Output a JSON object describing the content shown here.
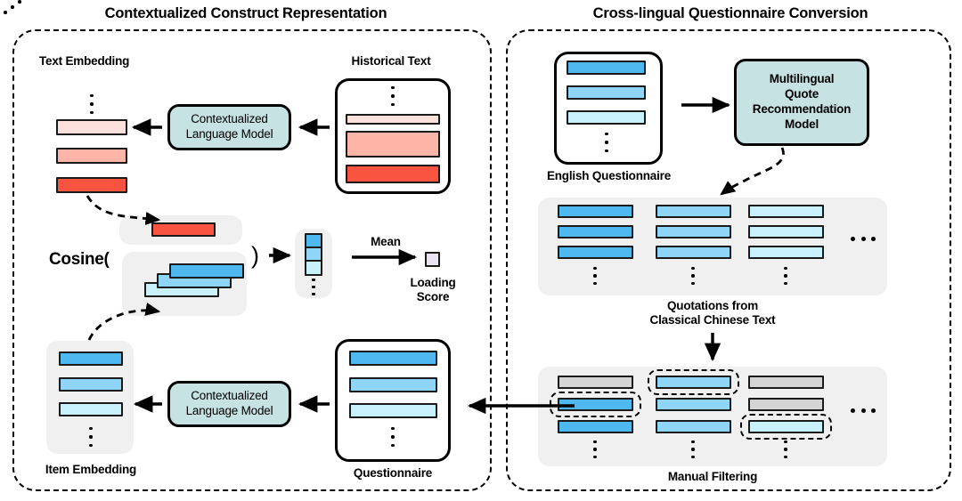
{
  "panels": [
    {
      "id": "left",
      "title": "Contextualized Construct Representation"
    },
    {
      "id": "right",
      "title": "Cross-lingual Questionnaire Conversion"
    }
  ],
  "left_panel": {
    "labels": {
      "text_embedding": "Text Embedding",
      "historical_text": "Historical Text",
      "item_embedding": "Item Embedding",
      "questionnaire": "Questionnaire",
      "cosine": "Cosine(",
      "close_paren": ")",
      "mean": "Mean",
      "loading_score": "Loading\nScore",
      "loading_score_line1": "Loading",
      "loading_score_line2": "Score"
    },
    "model_box_top": "Contextualized\nLanguage Model",
    "model_box_top_line1": "Contextualized",
    "model_box_top_line2": "Language Model",
    "model_box_bottom_line1": "Contextualized",
    "model_box_bottom_line2": "Language Model",
    "text_embedding_bars": [
      "#fbe0dc",
      "#fcb5a6",
      "#f85440"
    ],
    "historical_text_bars": [
      "#fbe0dc",
      "#fcb5a6",
      "#f85440"
    ],
    "item_embedding_bars": [
      "#4fb8f0",
      "#8ed5f8",
      "#c8f1fc"
    ],
    "questionnaire_bars": [
      "#4fb8f0",
      "#8ed5f8",
      "#c8f1fc"
    ],
    "cosine_red_bar": "#f85440",
    "cosine_blue_stack": [
      "#c8f1fc",
      "#8ed5f8",
      "#4fb8f0"
    ],
    "mean_vector_cells": [
      "#4fb8f0",
      "#8ed5f8",
      "#c8f1fc"
    ],
    "loading_score_color": "#e9e3f2"
  },
  "right_panel": {
    "labels": {
      "english_questionnaire": "English Questionnaire",
      "quotations_line1": "Quotations from",
      "quotations_line2": "Classical Chinese Text",
      "manual_filtering": "Manual Filtering"
    },
    "model_box_line1": "Multilingual",
    "model_box_line2": "Quote",
    "model_box_line3": "Recommendation",
    "model_box_line4": "Model",
    "english_questionnaire_bars": [
      "#4fb8f0",
      "#8ed5f8",
      "#c8f1fc"
    ],
    "quotations_columns": [
      {
        "color": "#4fb8f0",
        "count": 3
      },
      {
        "color": "#8ed5f8",
        "count": 3
      },
      {
        "color": "#c8f1fc",
        "count": 3
      }
    ],
    "manual_filtering_columns": [
      {
        "cells": [
          {
            "color": "#d4d4d4",
            "selected": false
          },
          {
            "color": "#4fb8f0",
            "selected": true
          },
          {
            "color": "#4fb8f0",
            "selected": false
          }
        ]
      },
      {
        "cells": [
          {
            "color": "#8ed5f8",
            "selected": true
          },
          {
            "color": "#8ed5f8",
            "selected": false
          },
          {
            "color": "#8ed5f8",
            "selected": false
          }
        ]
      },
      {
        "cells": [
          {
            "color": "#d4d4d4",
            "selected": false
          },
          {
            "color": "#d4d4d4",
            "selected": false
          },
          {
            "color": "#c8f1fc",
            "selected": true
          }
        ]
      }
    ],
    "ellipsis_horizontal": "..."
  },
  "colors": {
    "teal_model": "#c6e2e2",
    "gray_group": "#f0f0f0",
    "stroke": "#000000",
    "blue_dark": "#4fb8f0",
    "blue_mid": "#8ed5f8",
    "blue_light": "#c8f1fc",
    "red_dark": "#f85440",
    "red_mid": "#fcb5a6",
    "red_light": "#fbe0dc",
    "gray_bar": "#d4d4d4",
    "lavender": "#e9e3f2"
  }
}
